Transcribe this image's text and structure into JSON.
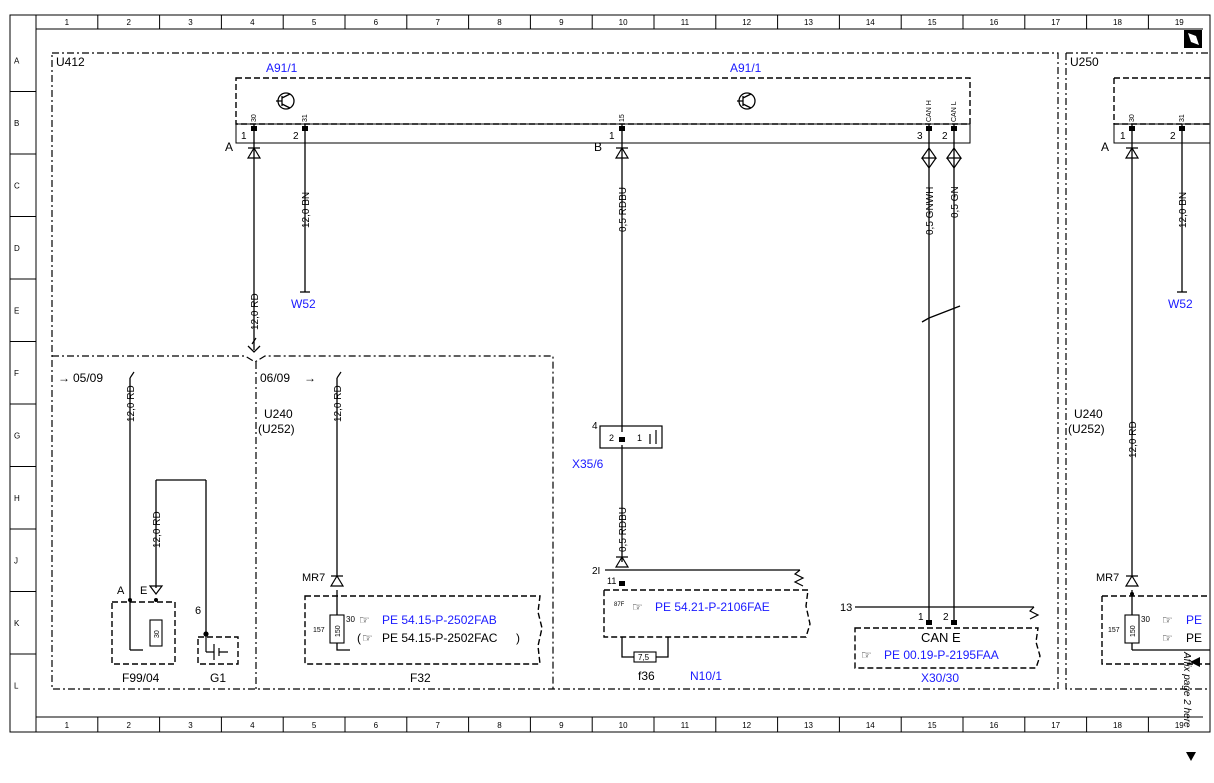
{
  "frame": {
    "col_labels": [
      "1",
      "2",
      "3",
      "4",
      "5",
      "6",
      "7",
      "8",
      "9",
      "10",
      "11",
      "12",
      "13",
      "14",
      "15",
      "16",
      "17",
      "18",
      "19"
    ],
    "row_labels": [
      "A",
      "B",
      "C",
      "D",
      "E",
      "F",
      "G",
      "H",
      "J",
      "K",
      "L"
    ],
    "side_note": "Affix page 2 here"
  },
  "zones": {
    "left_zone": "U412",
    "right_zone": "U250",
    "variant_left": "U240",
    "variant_left_sub": "(U252)",
    "variant_right": "U240",
    "variant_right_sub": "(U252)",
    "refs": {
      "left": "05/09",
      "mid": "06/09"
    }
  },
  "components": {
    "a91_left": "A91/1",
    "a91_right": "A91/1",
    "x35": "X35/6",
    "n10": "N10/1",
    "x30": "X30/30",
    "f99": "F99/04",
    "g1": "G1",
    "f32": "F32",
    "f36": "f36",
    "can_e": "CAN E",
    "w52_left": "W52",
    "w52_right": "W52",
    "mr7_left": "MR7",
    "mr7_right": "MR7"
  },
  "refdocs": {
    "f32_a": "PE 54.15-P-2502FAB",
    "f32_b": "PE 54.15-P-2502FAC",
    "n10": "PE 54.21-P-2106FAE",
    "x30": "PE 00.19-P-2195FAA",
    "right_a": "PE",
    "right_b": "PE"
  },
  "wires": {
    "w1": "12,0 BN",
    "w2": "0,5 RDBU",
    "w3": "0,5 GNWH",
    "w4": "0,5 GN",
    "w5": "12,0 RD",
    "w6": "12,0 RD",
    "w7": "12,0 RD",
    "w8": "12,0 RD",
    "w9": "0,5 RDBU",
    "w10": "12,0 BN",
    "w11": "12,0 RD"
  },
  "pins": {
    "p30": "30",
    "p31": "31",
    "p15": "15",
    "canh": "CAN H",
    "canl": "CAN L",
    "n1": "1",
    "n2": "2",
    "n3": "3",
    "n4": "4",
    "n6": "6",
    "n11": "11",
    "n13": "13",
    "n21": "2I",
    "A": "A",
    "B": "B",
    "E": "E",
    "f87": "87F",
    "p157": "157",
    "fuse150": "150",
    "fuse30": "30",
    "fuse75": "7,5"
  }
}
